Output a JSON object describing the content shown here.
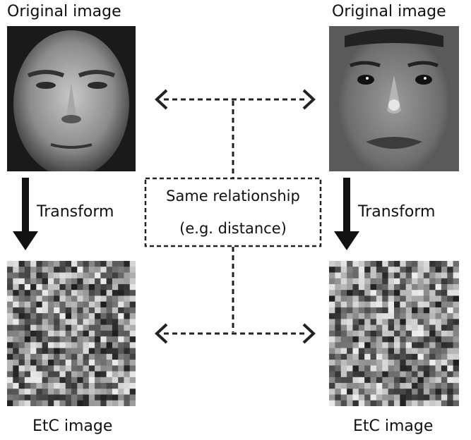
{
  "labels": {
    "original_left": "Original image",
    "original_right": "Original image",
    "transform_left": "Transform",
    "transform_right": "Transform",
    "etc_left": "EtC image",
    "etc_right": "EtC image",
    "relationship_line1": "Same relationship",
    "relationship_line2": "(e.g. distance)"
  },
  "faces": {
    "left": "face-photo-1",
    "right": "face-photo-2"
  },
  "colors": {
    "arrow": "#111111",
    "dashed": "#222222"
  }
}
